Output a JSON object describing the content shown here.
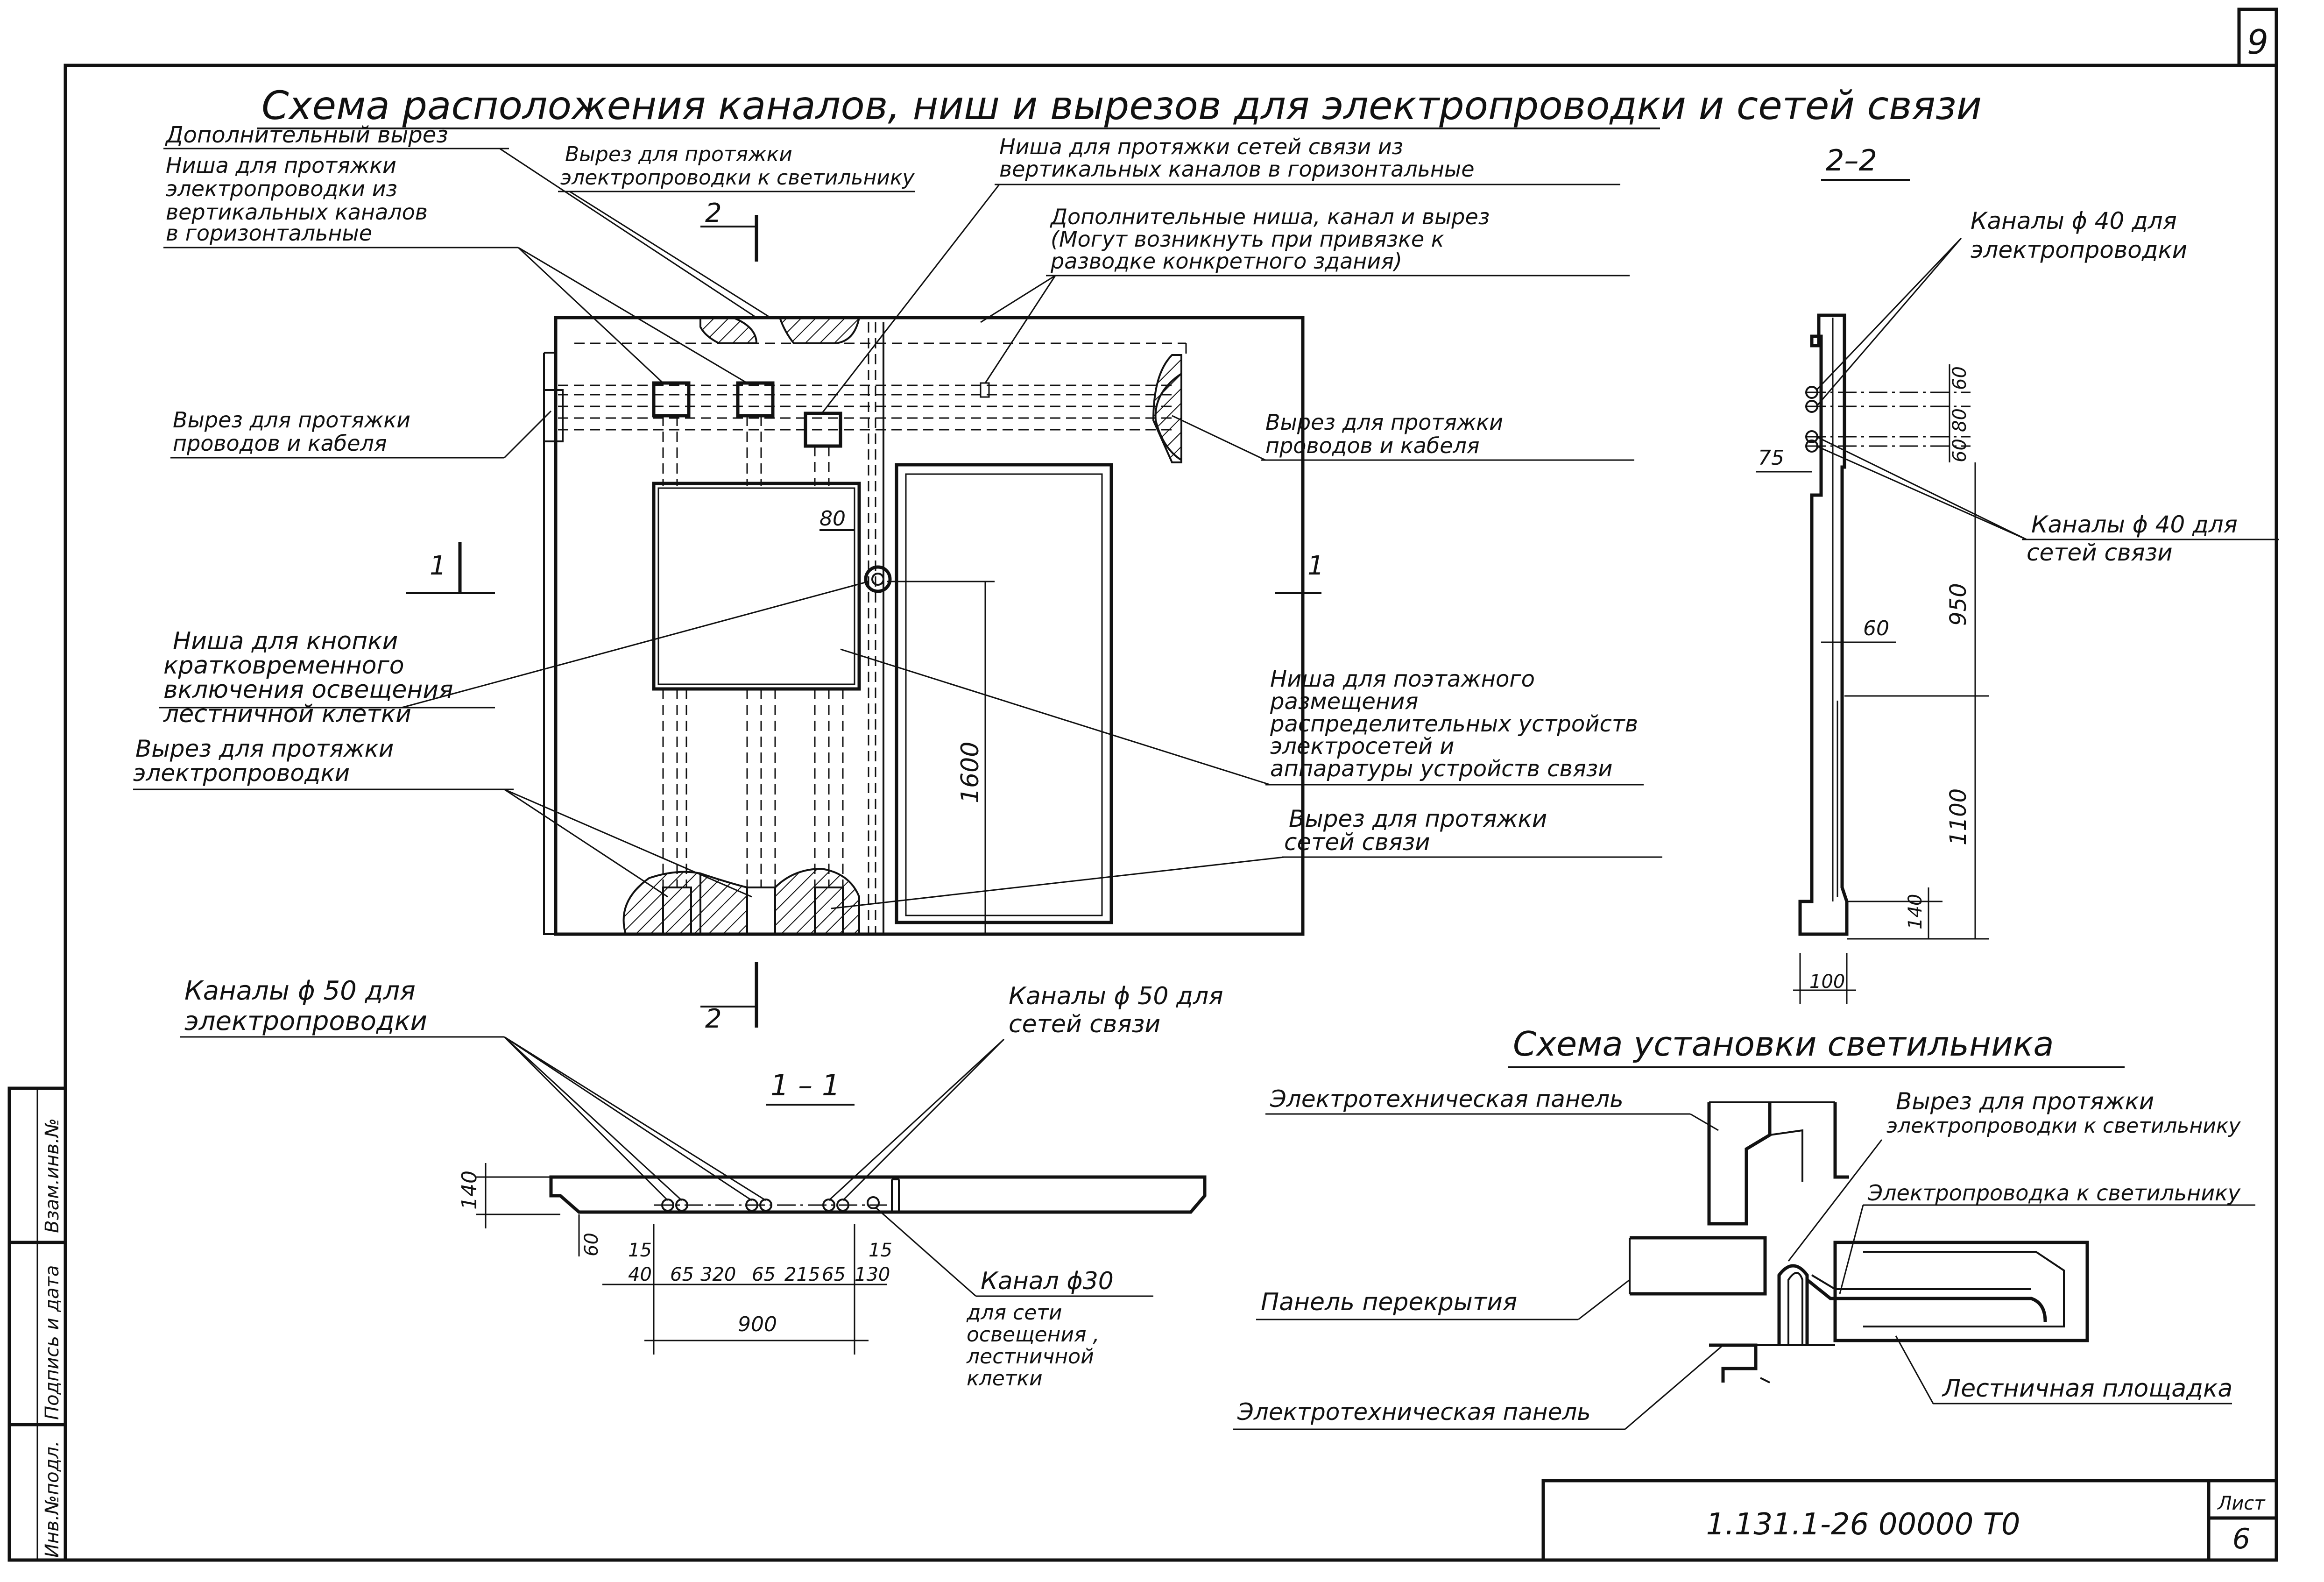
{
  "sheet": {
    "page_number": "9",
    "main_title": "Схема расположения каналов, ниш и вырезов для электропроводки и сетей связи",
    "designation": "1.131.1-26 00000 Т0",
    "sheet_label": "Лист",
    "sheet_number": "6",
    "side_stamp": [
      "Инв.№подл.",
      "Подпись и дата",
      "Взам.инв.№"
    ]
  },
  "elevation": {
    "labels": {
      "extra_cut": "Дополнительный вырез",
      "niche_vert_horiz": [
        "Ниша для протяжки",
        "электропроводки из",
        "вертикальных каналов",
        "в горизонтальные"
      ],
      "cut_to_lamp": [
        "Вырез для протяжки",
        "электропроводки к светильнику"
      ],
      "niche_comm": [
        "Ниша для протяжки сетей связи из",
        "вертикальных каналов в горизонтальные"
      ],
      "extra_items": [
        "Дополнительные ниша, канал и вырез",
        "(Могут возникнуть при привязке к",
        "разводке конкретного здания)"
      ],
      "cut_wires_left": [
        "Вырез для протяжки",
        "проводов и кабеля"
      ],
      "cut_wires_right": [
        "Вырез для протяжки",
        "проводов и кабеля"
      ],
      "niche_button": [
        "Ниша для кнопки",
        "кратковременного",
        "включения освещения",
        "лестничной клетки"
      ],
      "cut_wiring": [
        "Вырез для протяжки",
        "электропроводки"
      ],
      "niche_distrib": [
        "Ниша для поэтажного",
        "размещения",
        "распределительных устройств",
        "электросетей и",
        "аппаратуры устройств связи"
      ],
      "cut_comm": [
        "Вырез для протяжки",
        "сетей связи"
      ]
    },
    "dims": {
      "d80": "80",
      "d1600": "1600"
    },
    "section_marks": {
      "s1": "1",
      "s2": "2"
    }
  },
  "section_2_2": {
    "title": "2–2",
    "ch40_wiring": [
      "Каналы ϕ 40 для",
      "электропроводки"
    ],
    "ch40_comm": [
      "Каналы ϕ 40 для",
      "сетей связи"
    ],
    "dims": {
      "d60a": "60",
      "d80": "80",
      "d60b": "60",
      "d75": "75",
      "d950": "950",
      "d60c": "60",
      "d1100": "1100",
      "d140": "140",
      "d100": "100"
    }
  },
  "section_1_1": {
    "title": "1 – 1",
    "ch50_wiring": [
      "Каналы ϕ 50 для",
      "электропроводки"
    ],
    "ch50_comm": [
      "Каналы ϕ 50 для",
      "сетей связи"
    ],
    "ch30": [
      "Канал ϕ30",
      "для сети",
      "освещения ,",
      "лестничной",
      "клетки"
    ],
    "dims": {
      "d140": "140",
      "d60": "60",
      "d15a": "15",
      "d15b": "15",
      "d40": "40",
      "d65a": "65",
      "d320": "320",
      "d65b": "65",
      "d215": "215",
      "d65c": "65",
      "d130": "130",
      "d900": "900"
    }
  },
  "lamp_scheme": {
    "title": "Схема установки светильника",
    "el_panel_top": "Электротехническая панель",
    "cut_to_lamp": [
      "Вырез для протяжки",
      "электропроводки к светильнику"
    ],
    "wiring_to_lamp": "Электропроводка к светильнику",
    "floor_panel": "Панель перекрытия",
    "landing": "Лестничная площадка",
    "el_panel_bottom": "Электротехническая панель"
  }
}
